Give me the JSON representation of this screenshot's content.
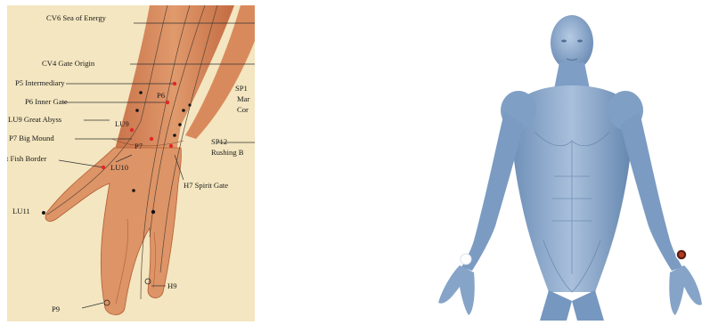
{
  "chart_data": {
    "type": "diagram",
    "panels": [
      {
        "name": "hand-acupoint-chart",
        "labels": [
          "CV6 Sea of Energy",
          "CV4 Gate Origin",
          "P5 Intermediary",
          "P6",
          "P6 Inner Gate",
          "LU9 Great Abyss",
          "LU9",
          "P7 Big Mound",
          "P7",
          "t Fish Border",
          "LU10",
          "LU11",
          "H7 Spirit Gate",
          "H9",
          "P9",
          "SP1",
          "Mar",
          "Cor",
          "SP12",
          "Rushing B"
        ]
      },
      {
        "name": "body-model",
        "markers": [
          "right-wrist-white",
          "left-wrist-dark-red"
        ]
      }
    ],
    "colors": {
      "background": "#ffffff",
      "chart_paper": "#f3e6c0",
      "skin": "#d98a5c",
      "body_model": "#7f9fc4",
      "red_point": "#e0282a",
      "black_point": "#141414"
    }
  }
}
